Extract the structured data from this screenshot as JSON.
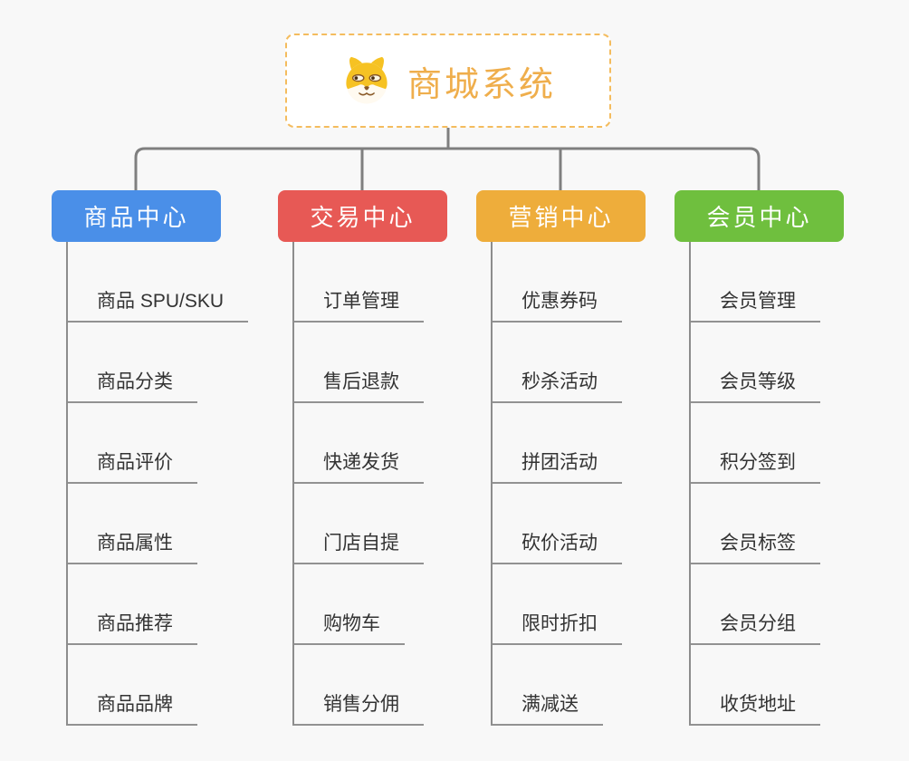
{
  "root": {
    "title": "商城系统",
    "icon": "shiba-dog-icon"
  },
  "branches": [
    {
      "label": "商品中心",
      "color": "#4a8fe8",
      "children": [
        "商品 SPU/SKU",
        "商品分类",
        "商品评价",
        "商品属性",
        "商品推荐",
        "商品品牌"
      ]
    },
    {
      "label": "交易中心",
      "color": "#e75955",
      "children": [
        "订单管理",
        "售后退款",
        "快递发货",
        "门店自提",
        "购物车",
        "销售分佣"
      ]
    },
    {
      "label": "营销中心",
      "color": "#eead3b",
      "children": [
        "优惠券码",
        "秒杀活动",
        "拼团活动",
        "砍价活动",
        "限时折扣",
        "满减送"
      ]
    },
    {
      "label": "会员中心",
      "color": "#6fbf3e",
      "children": [
        "会员管理",
        "会员等级",
        "积分签到",
        "会员标签",
        "会员分组",
        "收货地址"
      ]
    }
  ],
  "colors": {
    "page_background": "#f8f8f8",
    "root_text": "#efae4c",
    "root_border": "#f4bc5e",
    "root_background": "#ffffff",
    "connector": "#7f7f7f",
    "child_line": "#929292",
    "child_text": "#333333",
    "branch_text": "#ffffff"
  }
}
